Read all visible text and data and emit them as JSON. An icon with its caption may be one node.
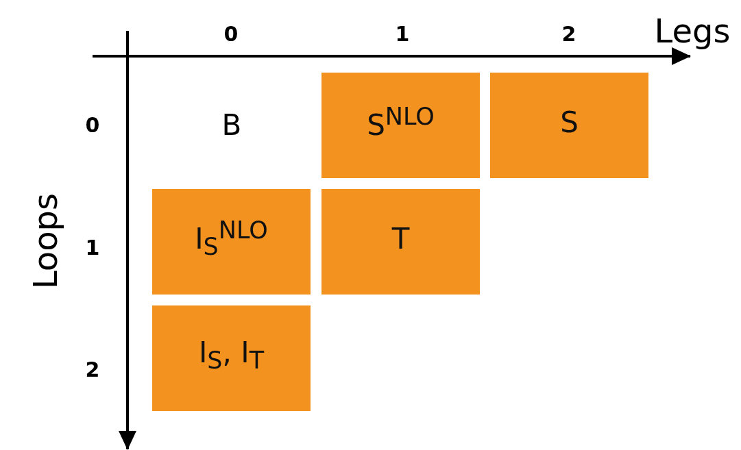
{
  "diagram": {
    "nodes": [
      {
        "text": [
          "S$^{NLO}$"
        ]
      },
      {
        "text": [
          "S"
        ]
      },
      {
        "text": [
          "I$_{S}$$^{NLO}$"
        ]
      },
      {
        "text": [
          "T"
        ]
      },
      {
        "text": [
          "I$_{S}$, I$_{T}$"
        ]
      }
    ],
    "edges": [],
    "labels": [
      "0",
      "1",
      "2",
      "Legs",
      "Loops",
      "0",
      "B",
      "1",
      "2"
    ]
  }
}
